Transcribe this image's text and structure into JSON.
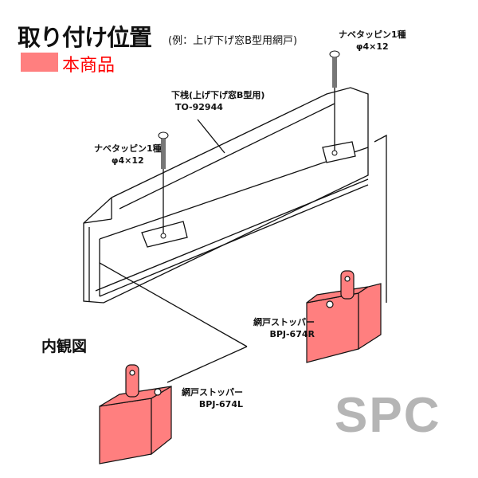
{
  "header": {
    "title": "取り付け位置",
    "subtitle": "(例：上げ下げ窓B型用網戸)"
  },
  "legend": {
    "label": "本商品",
    "color": "#ff7f7f"
  },
  "screw_right": {
    "name": "ナベタッピン1種",
    "size": "φ4×12"
  },
  "screw_left": {
    "name": "ナベタッピン1種",
    "size": "φ4×12"
  },
  "rail": {
    "name": "下桟(上げ下げ窓B型用)",
    "code": "TO-92944"
  },
  "view_label": "内観図",
  "stopper_right": {
    "name": "網戸ストッパー",
    "code": "BPJ-674R"
  },
  "stopper_left": {
    "name": "網戸ストッパー",
    "code": "BPJ-674L"
  },
  "watermark": "SPC"
}
